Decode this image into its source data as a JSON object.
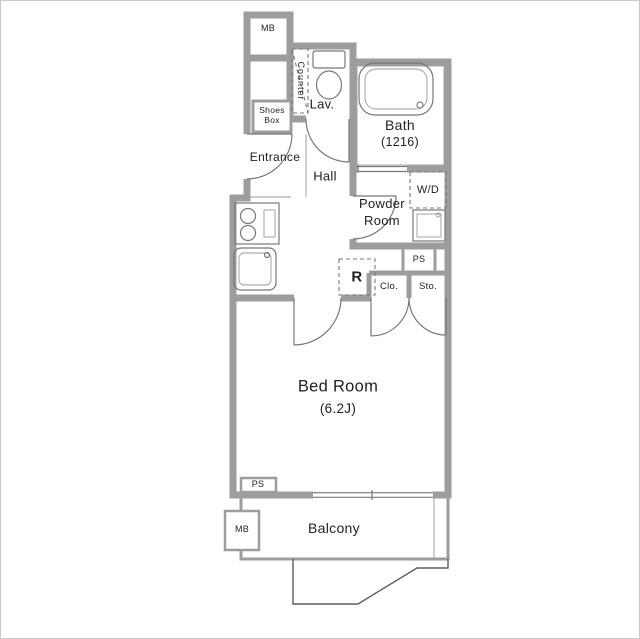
{
  "floorplan": {
    "labels": {
      "mb_top": "MB",
      "counter": "Counter",
      "lav": "Lav.",
      "bath_name": "Bath",
      "bath_size": "(1216)",
      "shoes_box": "Shoes\nBox",
      "entrance": "Entrance",
      "hall": "Hall",
      "wd": "W/D",
      "powder": "Powder\nRoom",
      "fridge": "R",
      "ps_mid": "PS",
      "closet": "Clo.",
      "storage": "Sto.",
      "bedroom_name": "Bed Room",
      "bedroom_size": "(6.2J)",
      "ps_bottom": "PS",
      "mb_bottom": "MB",
      "balcony": "Balcony"
    },
    "colors": {
      "wall": "#9d9d9d",
      "line": "#777777",
      "text": "#222222",
      "bg": "#ffffff"
    }
  }
}
